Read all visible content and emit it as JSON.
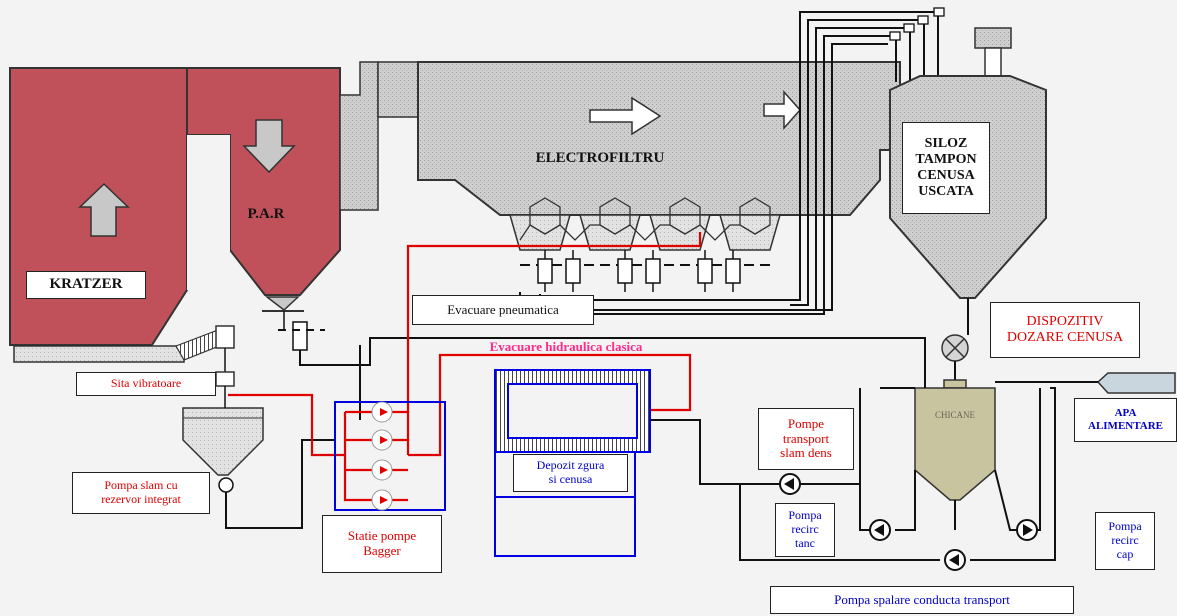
{
  "labels": {
    "kratzer": "KRATZER",
    "par": "P.A.R",
    "electrofiltru": "ELECTROFILTRU",
    "siloz": "SILOZ\nTAMPON\nCENUSA\nUSCATA",
    "evacuare_pneumatica": "Evacuare pneumatica",
    "evacuare_hidraulica": "Evacuare hidraulica clasica",
    "sita_vibratoare": "Sita vibratoare",
    "pompa_slam": "Pompa slam cu\nrezervor integrat",
    "statie_pompe": "Statie pompe\nBagger",
    "depozit": "Depozit zgura\nsi cenusa",
    "dispozitiv_dozare": "DISPOZITIV\nDOZARE CENUSA",
    "pompe_transport": "Pompe\ntransport\nslam dens",
    "apa_alimentare": "APA\nALIMENTARE",
    "pompa_recirc_tanc": "Pompa\nrecirc\ntanc",
    "pompa_recirc_cap": "Pompa\nrecirc\ncap",
    "pompa_spalare": "Pompa spalare conducta transport",
    "tank_text": "CHICANE"
  },
  "colors": {
    "boiler_red": "#c0505a",
    "equipment_gray": "#c8c8c8",
    "line_red": "#e00000",
    "line_blue": "#0000e0",
    "line_black": "#111111",
    "tank_olive": "#c9c4a0",
    "label_red": "#e00000",
    "label_blue": "#0000c8"
  }
}
